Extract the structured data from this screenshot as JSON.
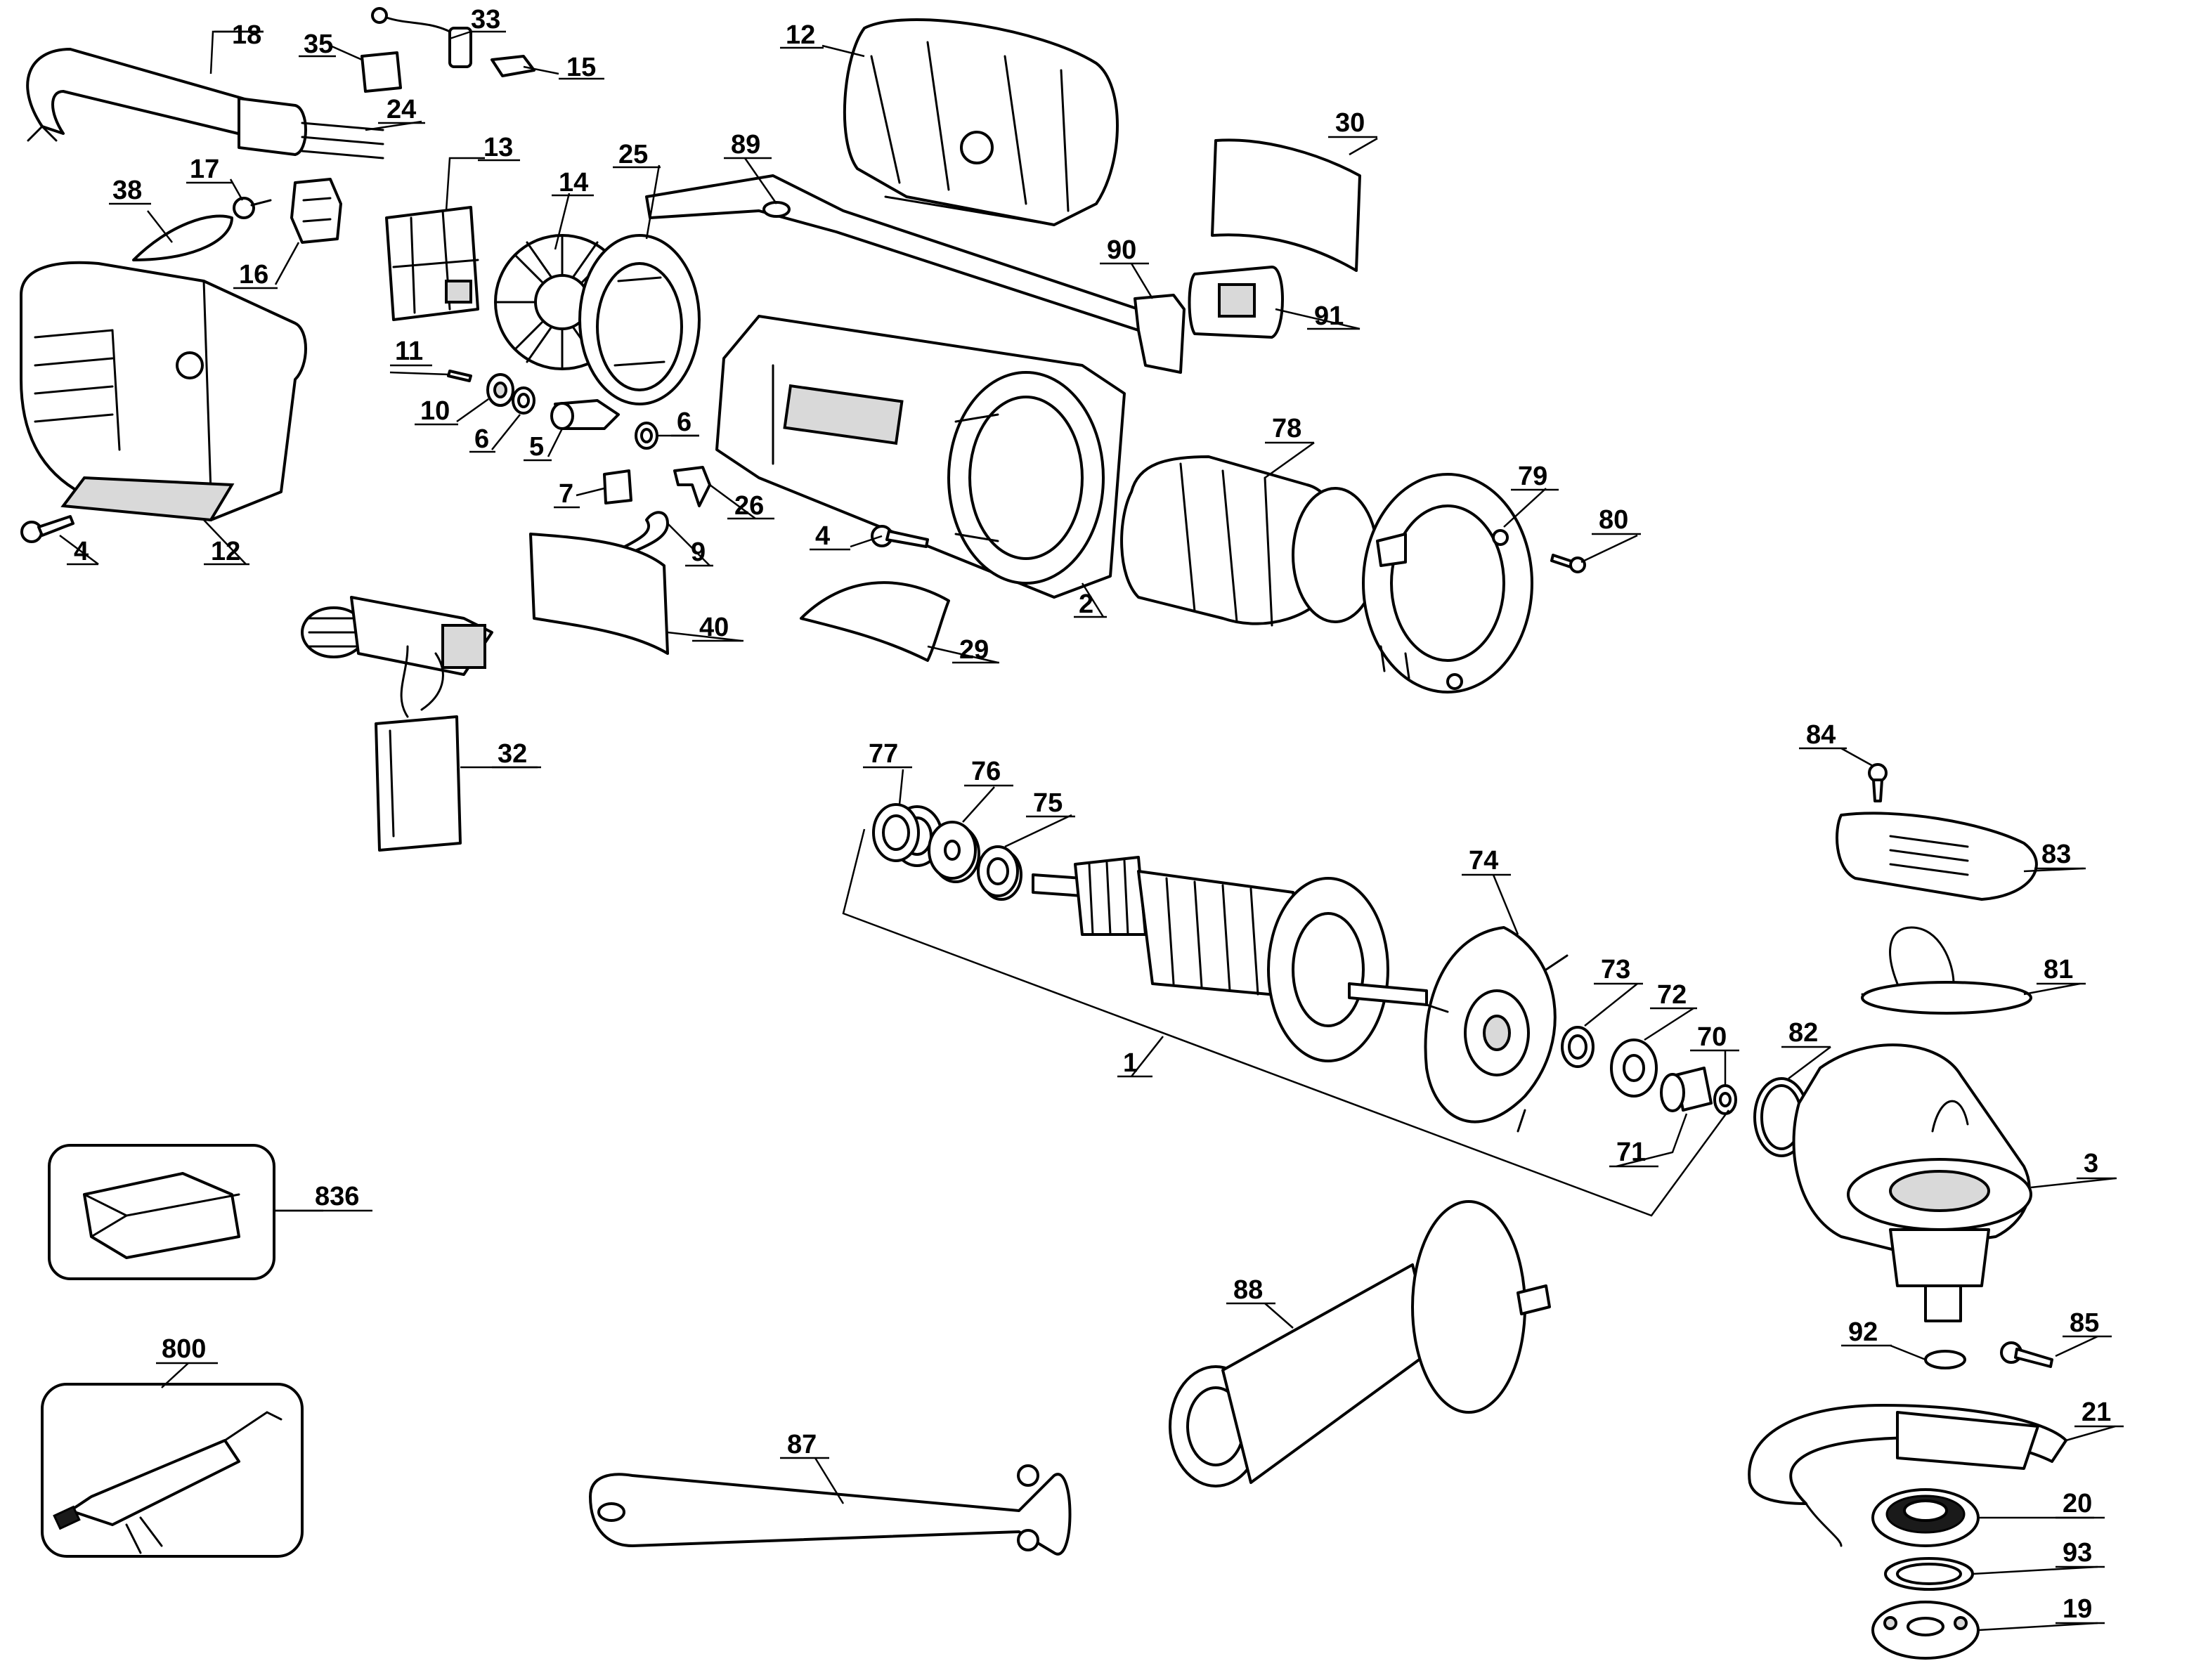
{
  "diagram": {
    "labels": {
      "p1": "1",
      "p2": "2",
      "p3": "3",
      "p4a": "4",
      "p4b": "4",
      "p5": "5",
      "p6a": "6",
      "p6b": "6",
      "p7": "7",
      "p9": "9",
      "p10": "10",
      "p11": "11",
      "p12a": "12",
      "p12b": "12",
      "p13": "13",
      "p14": "14",
      "p15": "15",
      "p16": "16",
      "p17": "17",
      "p18": "18",
      "p19": "19",
      "p20": "20",
      "p21": "21",
      "p24": "24",
      "p25": "25",
      "p26": "26",
      "p29": "29",
      "p30": "30",
      "p32": "32",
      "p33": "33",
      "p35": "35",
      "p38": "38",
      "p40": "40",
      "p70": "70",
      "p71": "71",
      "p72": "72",
      "p73": "73",
      "p74": "74",
      "p75": "75",
      "p76": "76",
      "p77": "77",
      "p78": "78",
      "p79": "79",
      "p80": "80",
      "p81": "81",
      "p82": "82",
      "p83": "83",
      "p84": "84",
      "p85": "85",
      "p87": "87",
      "p88": "88",
      "p89": "89",
      "p90": "90",
      "p91": "91",
      "p92": "92",
      "p93": "93",
      "p800": "800",
      "p836": "836"
    }
  }
}
